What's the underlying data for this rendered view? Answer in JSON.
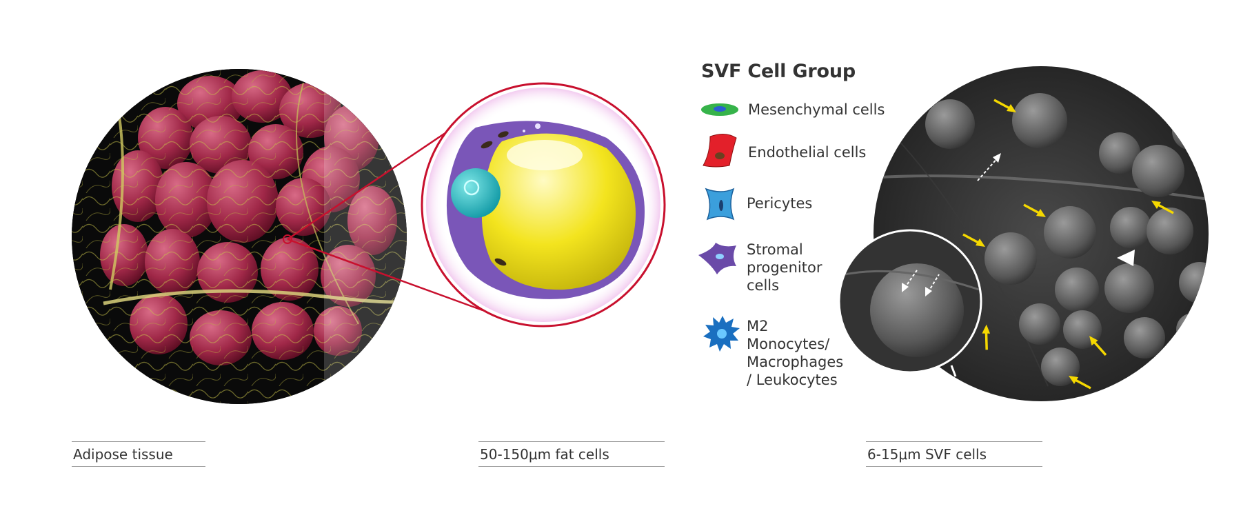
{
  "legend": {
    "title": "SVF Cell Group",
    "items": [
      {
        "label": "Mesenchymal cells",
        "icon": "mesenchymal-cell-icon",
        "color": "#36b34a"
      },
      {
        "label": "Endothelial cells",
        "icon": "endothelial-cell-icon",
        "color": "#e3202a"
      },
      {
        "label": "Pericytes",
        "icon": "pericyte-icon",
        "color": "#2f8fd0"
      },
      {
        "label": "Stromal progenitor cells",
        "icon": "stromal-progenitor-cell-icon",
        "color": "#6a4aa8"
      },
      {
        "label": "M2 Monocytes/ Macrophages / Leukocytes",
        "icon": "m2-monocyte-icon",
        "color": "#1a6fc0"
      }
    ]
  },
  "captions": {
    "adipose": "Adipose tissue",
    "fat_cells": "50-150μm fat cells",
    "svf_cells": "6-15μm SVF cells"
  },
  "colors": {
    "zoom_line": "#c8102e",
    "fat_droplet": "#f2e21a",
    "cytoplasm": "#7a56b8",
    "nucleus": "#2bbcc4",
    "arrow_yellow": "#f5d800"
  }
}
